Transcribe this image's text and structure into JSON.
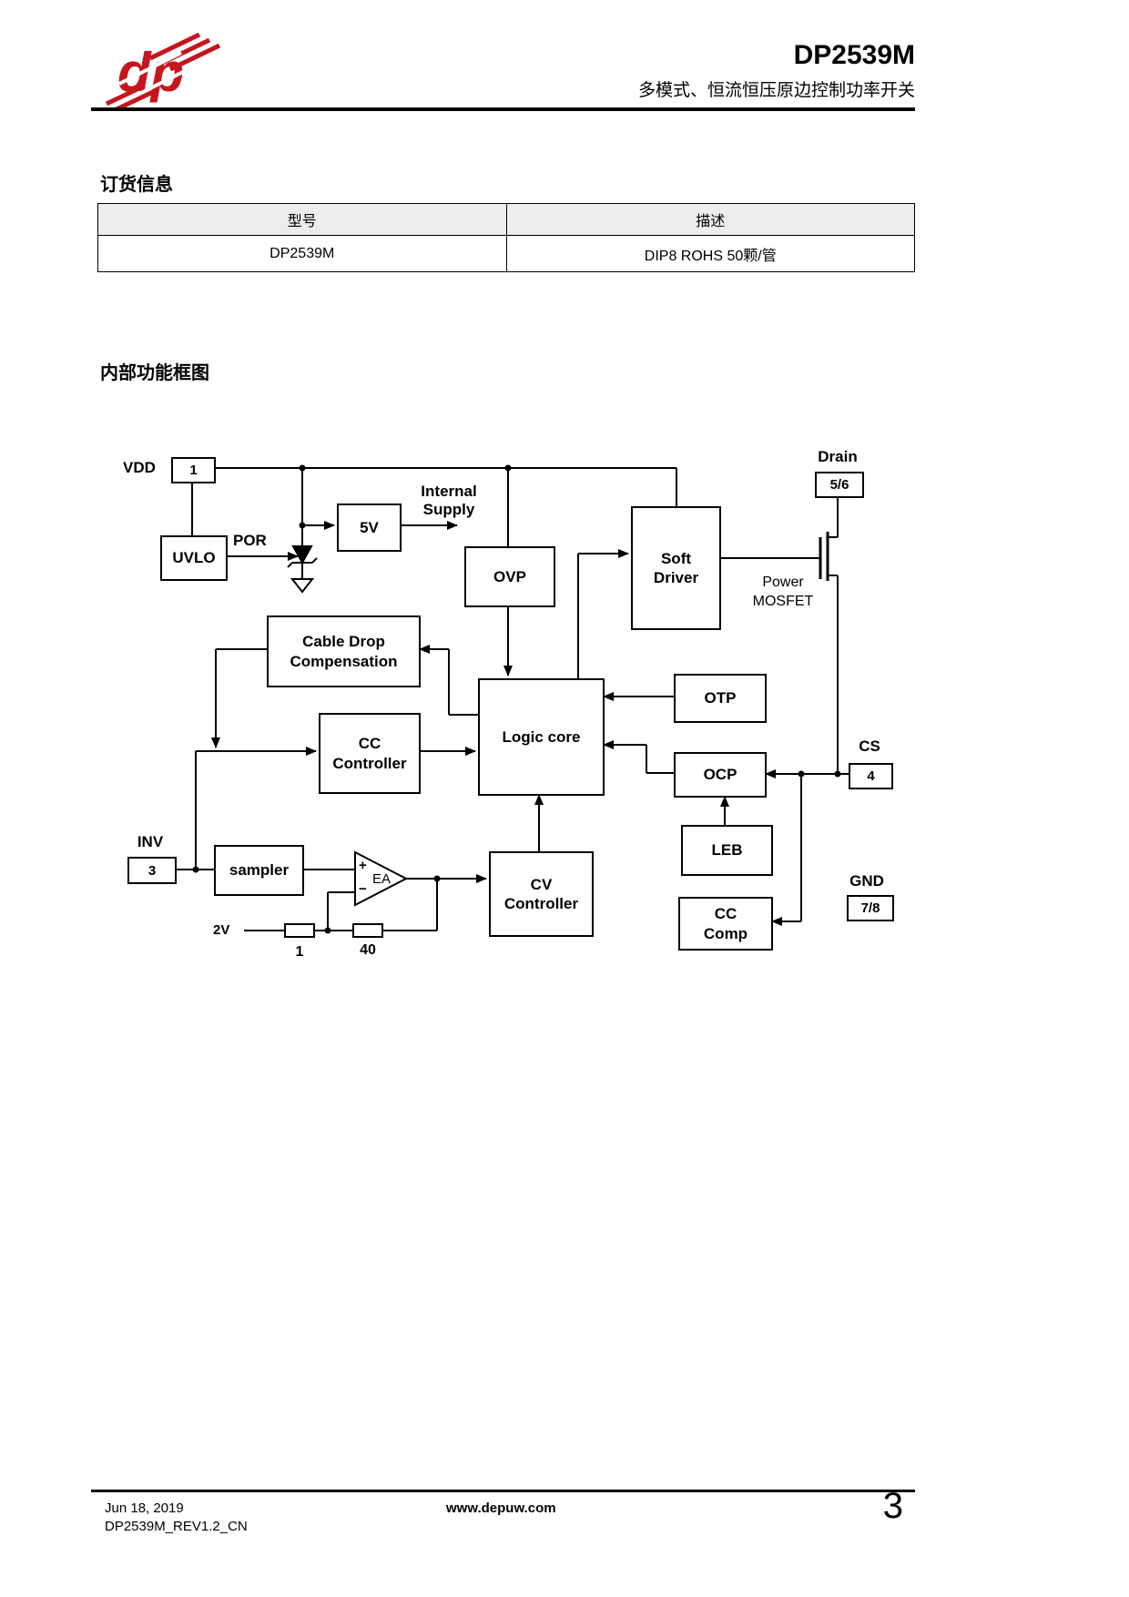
{
  "header": {
    "title": "DP2539M",
    "subtitle": "多模式、恒流恒压原边控制功率开关",
    "brand_red": "#c5161d",
    "logo": "dp-logo"
  },
  "ordering": {
    "section_title": "订货信息",
    "table": {
      "headers": [
        "型号",
        "描述"
      ],
      "rows": [
        [
          "DP2539M",
          "DIP8 ROHS  50颗/管"
        ]
      ]
    }
  },
  "diagram": {
    "section_title": "内部功能框图",
    "pins": {
      "vdd": {
        "label": "VDD",
        "number": "1"
      },
      "drain": {
        "label": "Drain",
        "number": "5/6"
      },
      "cs": {
        "label": "CS",
        "number": "4"
      },
      "gnd": {
        "label": "GND",
        "number": "7/8"
      },
      "inv": {
        "label": "INV",
        "number": "3"
      }
    },
    "blocks": {
      "uvlo": "UVLO",
      "five_v": "5V",
      "ovp": "OVP",
      "soft_driver": "Soft\nDriver",
      "cable_drop": "Cable Drop\nCompensation",
      "logic_core": "Logic core",
      "otp": "OTP",
      "ocp": "OCP",
      "cc_controller": "CC\nController",
      "leb": "LEB",
      "sampler": "sampler",
      "cv_controller": "CV\nController",
      "cc_comp": "CC\nComp"
    },
    "labels": {
      "por": "POR",
      "internal_supply": "Internal\nSupply",
      "power_mosfet": "Power\nMOSFET",
      "two_v": "2V",
      "r1": "1",
      "r40": "40",
      "ea": "EA",
      "plus": "+",
      "minus": "−"
    }
  },
  "footer": {
    "date": "Jun 18, 2019",
    "doc_id": "DP2539M_REV1.2_CN",
    "website": "www.depuw.com",
    "page_number": "3"
  }
}
